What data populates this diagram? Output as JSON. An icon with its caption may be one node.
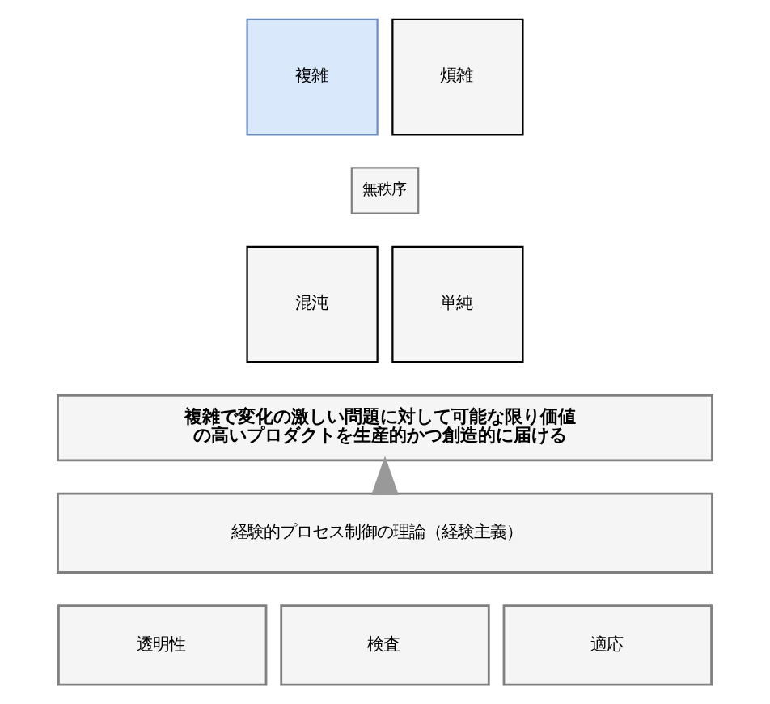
{
  "diagram": {
    "nodes": [
      {
        "text": [
          "複雑"
        ]
      },
      {
        "text": [
          "煩雑"
        ]
      },
      {
        "text": [
          "混沌"
        ]
      },
      {
        "text": [
          "単純"
        ]
      },
      {
        "text": [
          "無秩序"
        ]
      },
      {
        "text": [
          "複雑で変化の激しい問題に対して可能な限り価値の高いプロダクトを生産的かつ創造的に届ける"
        ]
      },
      {
        "text": [
          "経験的プロセス制御の理論（経験主義）"
        ]
      },
      {
        "text": [
          "透明性"
        ]
      },
      {
        "text": [
          "検査"
        ]
      },
      {
        "text": [
          "適応"
        ]
      }
    ],
    "edges": [
      {
        "from": 6,
        "to": 5,
        "arrow": "to"
      }
    ]
  }
}
